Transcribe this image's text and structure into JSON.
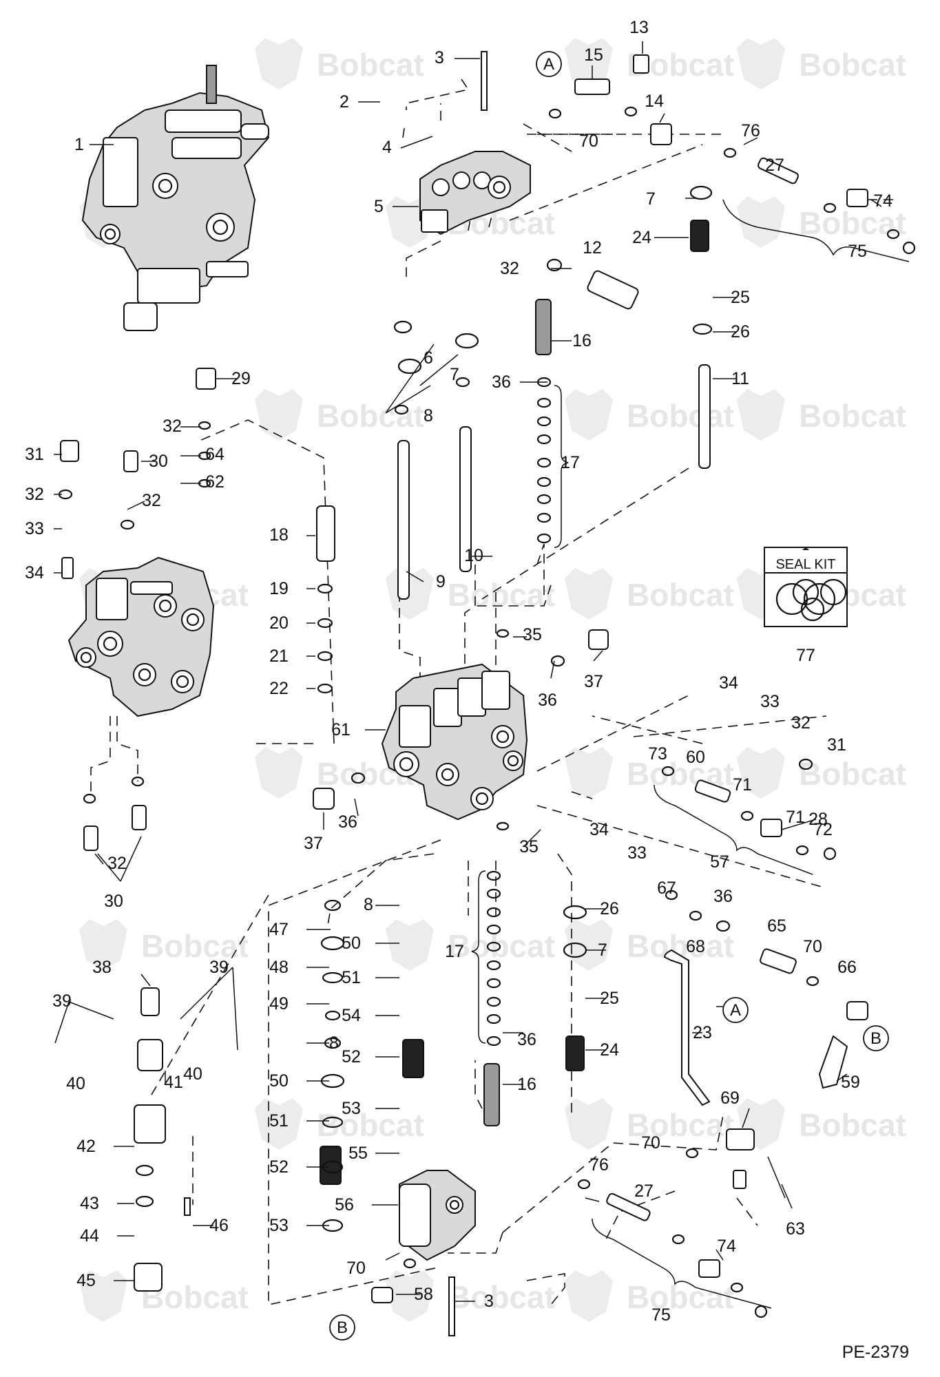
{
  "watermark": {
    "brand": "Bobcat"
  },
  "document_id": "PE-2379",
  "seal_kit": {
    "label": "SEAL KIT",
    "number": "77"
  },
  "reference_bubbles": [
    "A",
    "B"
  ],
  "callouts": [
    {
      "id": "c1",
      "text": "1"
    },
    {
      "id": "c2",
      "text": "2"
    },
    {
      "id": "c3a",
      "text": "3"
    },
    {
      "id": "c3b",
      "text": "3"
    },
    {
      "id": "c4",
      "text": "4"
    },
    {
      "id": "c5",
      "text": "5"
    },
    {
      "id": "c6",
      "text": "6"
    },
    {
      "id": "c7a",
      "text": "7"
    },
    {
      "id": "c7b",
      "text": "7"
    },
    {
      "id": "c7c",
      "text": "7"
    },
    {
      "id": "c8a",
      "text": "8"
    },
    {
      "id": "c8b",
      "text": "8"
    },
    {
      "id": "c8c",
      "text": "8"
    },
    {
      "id": "c9",
      "text": "9"
    },
    {
      "id": "c10",
      "text": "10"
    },
    {
      "id": "c11",
      "text": "11"
    },
    {
      "id": "c12",
      "text": "12"
    },
    {
      "id": "c13",
      "text": "13"
    },
    {
      "id": "c14",
      "text": "14"
    },
    {
      "id": "c15",
      "text": "15"
    },
    {
      "id": "c16a",
      "text": "16"
    },
    {
      "id": "c16b",
      "text": "16"
    },
    {
      "id": "c17a",
      "text": "17"
    },
    {
      "id": "c17b",
      "text": "17"
    },
    {
      "id": "c18",
      "text": "18"
    },
    {
      "id": "c19",
      "text": "19"
    },
    {
      "id": "c20",
      "text": "20"
    },
    {
      "id": "c21",
      "text": "21"
    },
    {
      "id": "c22",
      "text": "22"
    },
    {
      "id": "c23",
      "text": "23"
    },
    {
      "id": "c24a",
      "text": "24"
    },
    {
      "id": "c24b",
      "text": "24"
    },
    {
      "id": "c25a",
      "text": "25"
    },
    {
      "id": "c25b",
      "text": "25"
    },
    {
      "id": "c26a",
      "text": "26"
    },
    {
      "id": "c26b",
      "text": "26"
    },
    {
      "id": "c27a",
      "text": "27"
    },
    {
      "id": "c27b",
      "text": "27"
    },
    {
      "id": "c28",
      "text": "28"
    },
    {
      "id": "c29",
      "text": "29"
    },
    {
      "id": "c30a",
      "text": "30"
    },
    {
      "id": "c30b",
      "text": "30"
    },
    {
      "id": "c31a",
      "text": "31"
    },
    {
      "id": "c31b",
      "text": "31"
    },
    {
      "id": "c32a",
      "text": "32"
    },
    {
      "id": "c32b",
      "text": "32"
    },
    {
      "id": "c32c",
      "text": "32"
    },
    {
      "id": "c32d",
      "text": "32"
    },
    {
      "id": "c32e",
      "text": "32"
    },
    {
      "id": "c32f",
      "text": "32"
    },
    {
      "id": "c33a",
      "text": "33"
    },
    {
      "id": "c33b",
      "text": "33"
    },
    {
      "id": "c33c",
      "text": "33"
    },
    {
      "id": "c34a",
      "text": "34"
    },
    {
      "id": "c34b",
      "text": "34"
    },
    {
      "id": "c34c",
      "text": "34"
    },
    {
      "id": "c35a",
      "text": "35"
    },
    {
      "id": "c35b",
      "text": "35"
    },
    {
      "id": "c36a",
      "text": "36"
    },
    {
      "id": "c36b",
      "text": "36"
    },
    {
      "id": "c36c",
      "text": "36"
    },
    {
      "id": "c36d",
      "text": "36"
    },
    {
      "id": "c36e",
      "text": "36"
    },
    {
      "id": "c37a",
      "text": "37"
    },
    {
      "id": "c37b",
      "text": "37"
    },
    {
      "id": "c38",
      "text": "38"
    },
    {
      "id": "c39a",
      "text": "39"
    },
    {
      "id": "c39b",
      "text": "39"
    },
    {
      "id": "c40a",
      "text": "40"
    },
    {
      "id": "c40b",
      "text": "40"
    },
    {
      "id": "c41",
      "text": "41"
    },
    {
      "id": "c42",
      "text": "42"
    },
    {
      "id": "c43",
      "text": "43"
    },
    {
      "id": "c44",
      "text": "44"
    },
    {
      "id": "c45",
      "text": "45"
    },
    {
      "id": "c46",
      "text": "46"
    },
    {
      "id": "c47",
      "text": "47"
    },
    {
      "id": "c48",
      "text": "48"
    },
    {
      "id": "c49",
      "text": "49"
    },
    {
      "id": "c50a",
      "text": "50"
    },
    {
      "id": "c50b",
      "text": "50"
    },
    {
      "id": "c51a",
      "text": "51"
    },
    {
      "id": "c51b",
      "text": "51"
    },
    {
      "id": "c52a",
      "text": "52"
    },
    {
      "id": "c52b",
      "text": "52"
    },
    {
      "id": "c53a",
      "text": "53"
    },
    {
      "id": "c53b",
      "text": "53"
    },
    {
      "id": "c54",
      "text": "54"
    },
    {
      "id": "c55",
      "text": "55"
    },
    {
      "id": "c56",
      "text": "56"
    },
    {
      "id": "c57",
      "text": "57"
    },
    {
      "id": "c58",
      "text": "58"
    },
    {
      "id": "c59",
      "text": "59"
    },
    {
      "id": "c60",
      "text": "60"
    },
    {
      "id": "c61",
      "text": "61"
    },
    {
      "id": "c62",
      "text": "62"
    },
    {
      "id": "c63",
      "text": "63"
    },
    {
      "id": "c64",
      "text": "64"
    },
    {
      "id": "c65",
      "text": "65"
    },
    {
      "id": "c66",
      "text": "66"
    },
    {
      "id": "c67",
      "text": "67"
    },
    {
      "id": "c68",
      "text": "68"
    },
    {
      "id": "c69",
      "text": "69"
    },
    {
      "id": "c70a",
      "text": "70"
    },
    {
      "id": "c70b",
      "text": "70"
    },
    {
      "id": "c70c",
      "text": "70"
    },
    {
      "id": "c70d",
      "text": "70"
    },
    {
      "id": "c71a",
      "text": "71"
    },
    {
      "id": "c71b",
      "text": "71"
    },
    {
      "id": "c72",
      "text": "72"
    },
    {
      "id": "c73",
      "text": "73"
    },
    {
      "id": "c74a",
      "text": "74"
    },
    {
      "id": "c74b",
      "text": "74"
    },
    {
      "id": "c75a",
      "text": "75"
    },
    {
      "id": "c75b",
      "text": "75"
    },
    {
      "id": "c76a",
      "text": "76"
    },
    {
      "id": "c76b",
      "text": "76"
    }
  ]
}
